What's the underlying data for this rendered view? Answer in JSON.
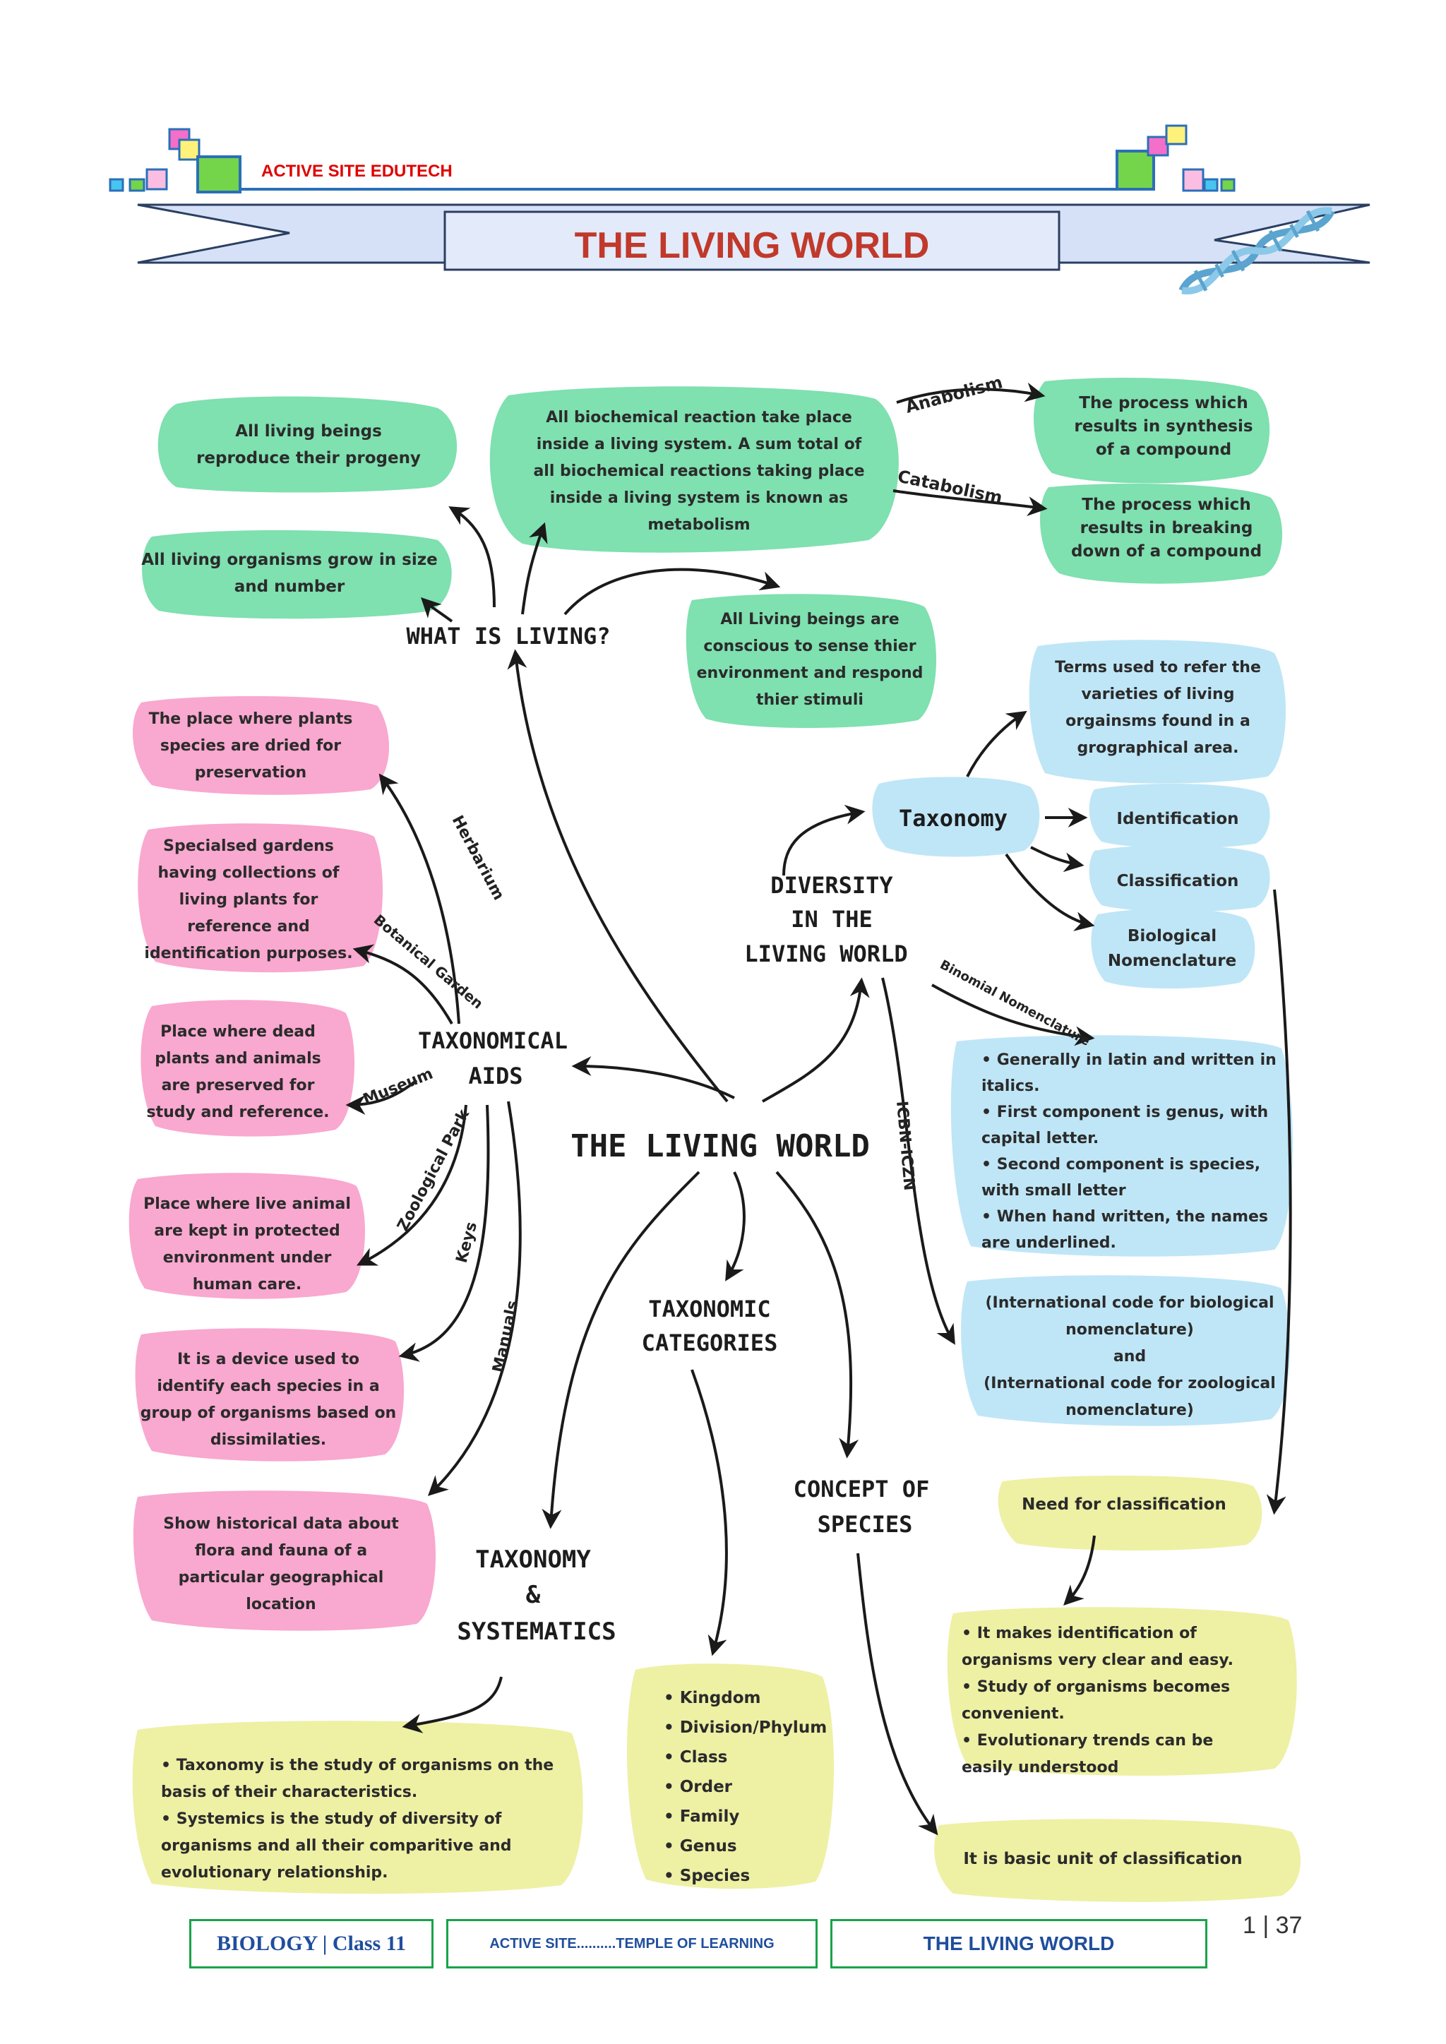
{
  "header": {
    "brand": "ACTIVE SITE EDUTECH",
    "title": "THE LIVING WORLD"
  },
  "diagram": {
    "center": "THE LIVING WORLD",
    "nodes": {
      "what_is_living": "WHAT IS LIVING?",
      "taxonomical_aids": [
        "TAXONOMICAL",
        "AIDS"
      ],
      "diversity": [
        "DIVERSITY",
        "IN THE",
        "LIVING WORLD"
      ],
      "taxonomic_categories": [
        "TAXONOMIC",
        "CATEGORIES"
      ],
      "taxonomy_systematics": [
        "TAXONOMY",
        "&",
        "SYSTEMATICS"
      ],
      "concept_of_species": [
        "CONCEPT OF",
        "SPECIES"
      ],
      "taxonomy": "Taxonomy"
    },
    "edge_labels": {
      "anabolism": "Anabolism",
      "catabolism": "Catabolism",
      "herbarium": "Herbarium",
      "botanical_garden": "Botanical Garden",
      "museum": "Museum",
      "zoological_park": "Zoological Park",
      "keys": "Keys",
      "manuals": "Manuals",
      "binomial": "Binomial Nomenclature",
      "icbn": "ICBN-ICZN"
    },
    "bubbles": {
      "reproduce": [
        "All living beings",
        "reproduce their progeny"
      ],
      "grow": [
        "All living organisms grow in size",
        "and number"
      ],
      "metabolism": [
        "All biochemical reaction take place",
        "inside a living system. A sum total of",
        "all biochemical reactions taking place",
        "inside a living system is known as",
        "metabolism"
      ],
      "synthesis": [
        "The process which",
        "results in synthesis",
        "of a compound"
      ],
      "breaking": [
        "The process which",
        "results in breaking",
        "down of a compound"
      ],
      "conscious": [
        "All Living beings are",
        "conscious to sense thier",
        "environment and respond",
        "thier stimuli"
      ],
      "herbarium": [
        "The place where plants",
        "species are dried for",
        "preservation"
      ],
      "botanical": [
        "Specialsed gardens",
        "having collections of",
        "living plants for",
        "reference and",
        "identification purposes."
      ],
      "museum": [
        "Place where dead",
        "plants and animals",
        "are preserved for",
        "study and reference."
      ],
      "zoo": [
        "Place where live animal",
        "are kept in protected",
        "environment under",
        "human care."
      ],
      "keys": [
        "It is a device used to",
        "identify each species in a",
        "group of organisms based on",
        "dissimilaties."
      ],
      "manuals": [
        "Show historical data about",
        "flora and fauna of a",
        "particular geographical",
        "location"
      ],
      "terms": [
        "Terms used to refer the",
        "varieties of living",
        "orgainsms found in a",
        "grographical area."
      ],
      "identification": [
        "Identification"
      ],
      "classification": [
        "Classification"
      ],
      "biological_nomenclature": [
        "Biological",
        "Nomenclature"
      ],
      "binomial_points": [
        "• Generally in latin and written in",
        "italics.",
        "• First component is genus, with",
        "capital letter.",
        "• Second component is species,",
        "with small letter",
        "• When hand written, the names",
        "are underlined."
      ],
      "icbn": [
        "(International code for biological",
        "nomenclature)",
        "and",
        "(International code for zoological",
        "nomenclature)"
      ],
      "need": [
        "Need for classification"
      ],
      "need_points": [
        "• It makes identification of",
        "organisms very clear and easy.",
        "• Study of organisms becomes",
        "convenient.",
        "• Evolutionary trends can be",
        "easily understood"
      ],
      "basic_unit": [
        "It is basic unit of classification"
      ],
      "systematics": [
        "• Taxonomy is the study of organisms on the",
        "basis of their characteristics.",
        "• Systemics is the study of diversity of",
        "organisms and all their comparitive  and",
        "evolutionary relationship."
      ],
      "categories": [
        "•  Kingdom",
        "•  Division/Phylum",
        "•  Class",
        "•  Order",
        "•  Family",
        "•  Genus",
        "•  Species"
      ]
    }
  },
  "footer": {
    "subject": "BIOLOGY | Class 11",
    "tagline": "ACTIVE SITE..........TEMPLE OF LEARNING",
    "chapter": "THE LIVING WORLD",
    "page": "1 | 37"
  },
  "colors": {
    "green": "#7fe0b0",
    "pink": "#f9a8cf",
    "blue": "#bfe6f7",
    "yellow": "#eef0a4",
    "footer_border": "#1aa34a",
    "title_red": "#c0392b"
  }
}
